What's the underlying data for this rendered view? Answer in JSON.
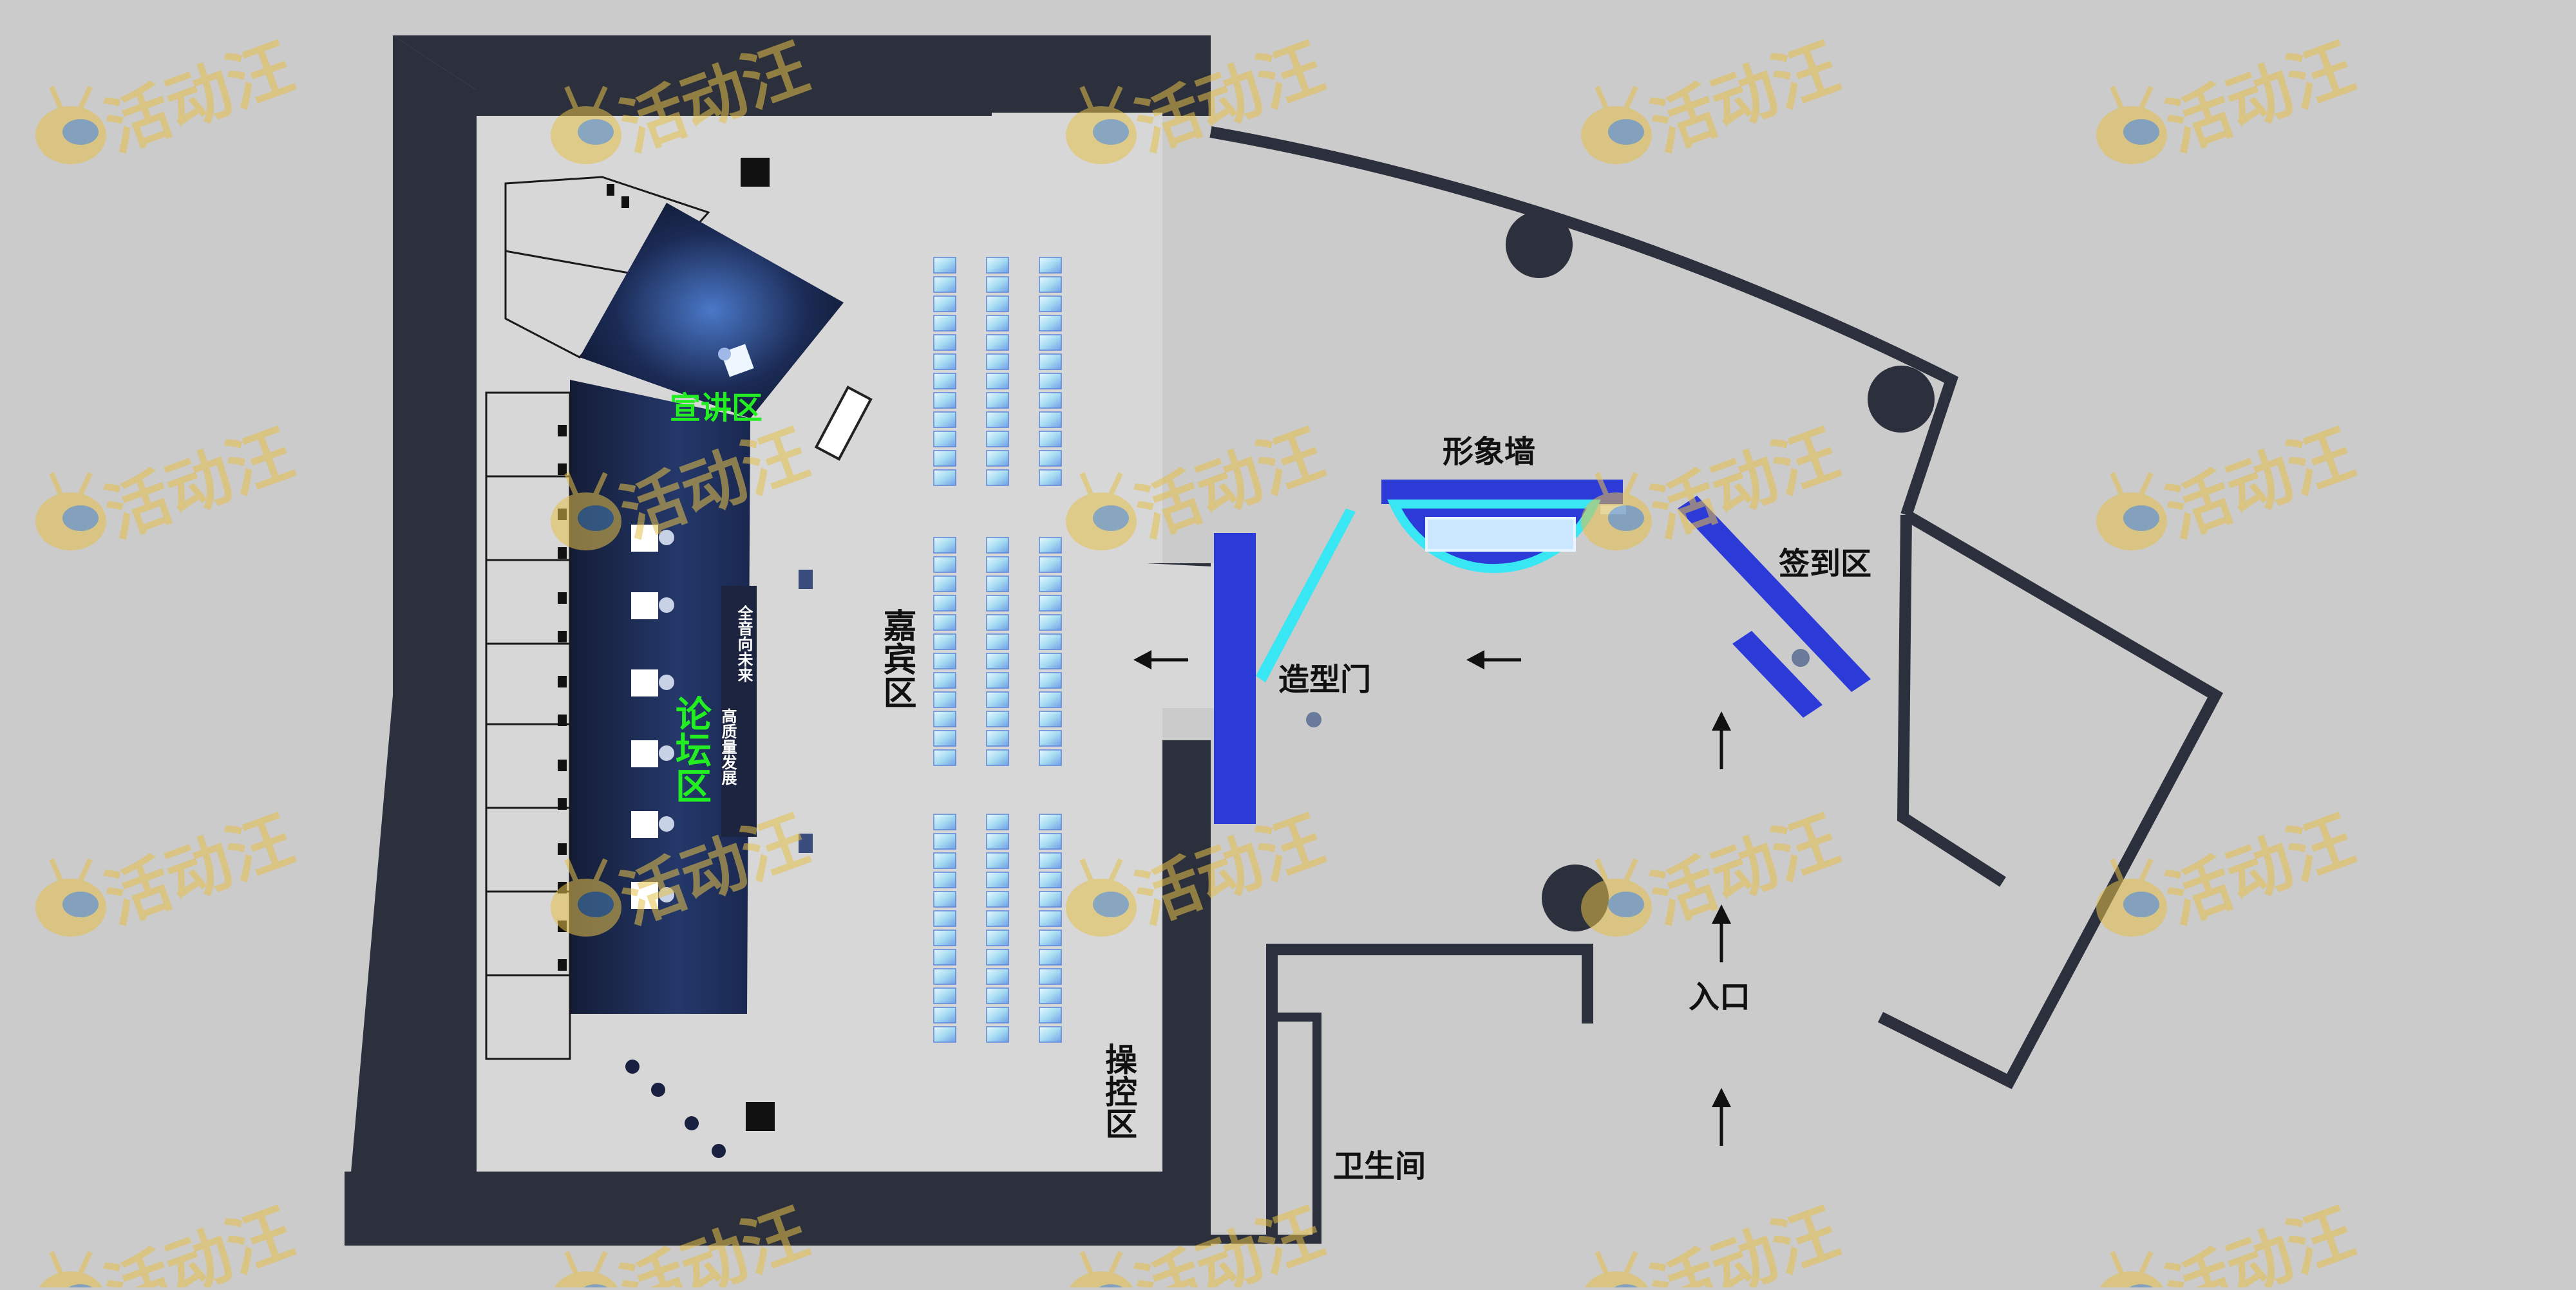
{
  "watermark": {
    "text": "活动汪"
  },
  "colors": {
    "background": "#cbcbcb",
    "wall": "#2c2f3c",
    "floor": "#d7d7d7",
    "stage": "#1d2a4a",
    "zone_label": "#22ee22",
    "text": "#111111",
    "blue_panel": "#2c3ad8",
    "cyan": "#39e6f4",
    "chair": "#a9dcff"
  },
  "labels": {
    "lecture_zone": "宣讲区",
    "forum_zone": "论坛区",
    "guest_zone": "嘉宾区",
    "control_zone": "操控区",
    "image_wall": "形象墙",
    "shaped_gate": "造型门",
    "checkin_zone": "签到区",
    "entrance": "入口",
    "restroom": "卫生间"
  },
  "banner": {
    "line1": "全音向未来",
    "line2": "高质量发展"
  },
  "icons": {
    "arrow_left": "arrow-left-icon",
    "arrow_up": "arrow-up-icon",
    "watermark": "bee-logo-icon"
  }
}
